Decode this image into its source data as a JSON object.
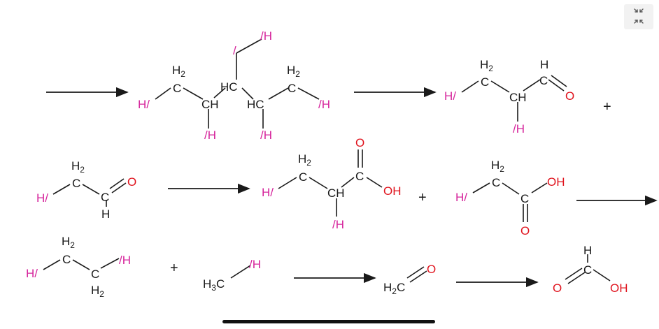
{
  "labels": {
    "h": "H",
    "h2": "H2",
    "c": "C",
    "o": "O",
    "oh": "OH",
    "ch": "CH",
    "hc": "HC",
    "h3c": "H3C",
    "h2c": "H2C",
    "slash_h": "/H",
    "h_slash": "H/",
    "slash": "/",
    "plus": "+"
  },
  "colors": {
    "text": "#1a1a1a",
    "radical": "#d6259c",
    "oxygen": "#e0141e"
  },
  "icons": {
    "collapse": "collapse-arrows-icon"
  }
}
